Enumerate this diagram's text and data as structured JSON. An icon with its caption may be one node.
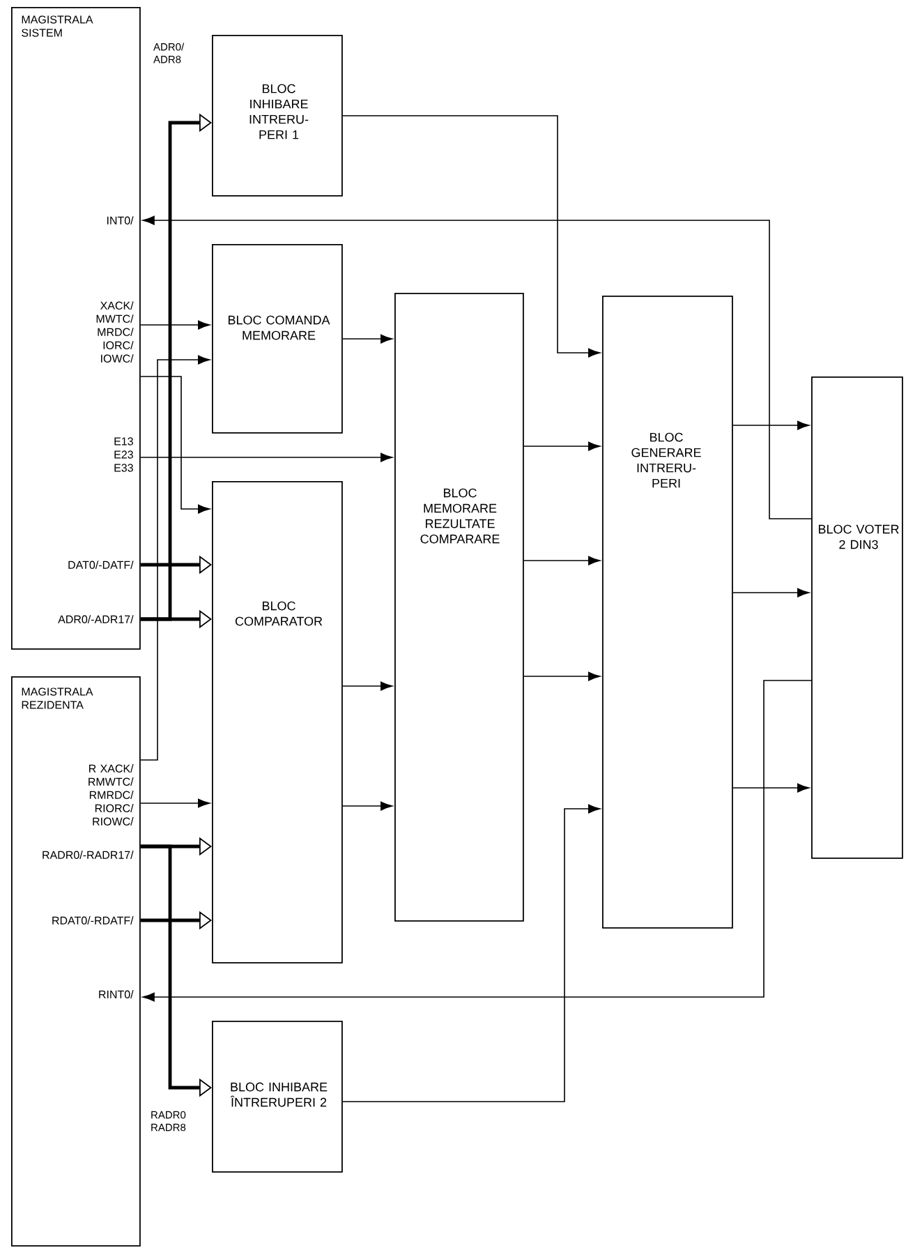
{
  "diagram": {
    "nodes": [
      {
        "text": [
          "MAGISTRALA SISTEM",
          "INT0/",
          "XACK/ MWTC/ MRDC/ IORC/ IOWC/",
          "E13 E23 E33",
          "DAT0/-DATF/",
          "ADR0/-ADR17/"
        ]
      },
      {
        "text": [
          "BLOC INHIBARE INTRERU- PERI 1"
        ]
      },
      {
        "text": [
          "BLOC COMANDA MEMORARE"
        ]
      },
      {
        "text": [
          "BLOC COMPARATOR"
        ]
      },
      {
        "text": [
          "BLOC MEMORARE REZULTATE COMPARARE"
        ]
      },
      {
        "text": [
          "BLOC GENERARE INTRERU- PERI"
        ]
      },
      {
        "text": [
          "BLOC VOTER 2 DIN3"
        ]
      },
      {
        "text": [
          "MAGISTRALA REZIDENTA",
          "R XACK/ RMWTC/ RMRDC/ RIORC/ RIOWC/",
          "RADR0/-RADR17/",
          "RDAT0/-RDATF/",
          "RINT0/"
        ]
      },
      {
        "text": [
          "BLOC INHIBARE ÎNTRERUPERI 2"
        ]
      }
    ],
    "edges": [
      {
        "from": 0,
        "to": 1,
        "arrow": "to",
        "style": "thick"
      },
      {
        "from": 0,
        "to": 2,
        "arrow": "to"
      },
      {
        "from": 7,
        "to": 2,
        "arrow": "to"
      },
      {
        "from": 0,
        "to": 3,
        "arrow": "to"
      },
      {
        "from": 0,
        "to": 4,
        "arrow": "to"
      },
      {
        "from": 0,
        "to": 3,
        "arrow": "to",
        "style": "thick"
      },
      {
        "from": 0,
        "to": 3,
        "arrow": "to",
        "style": "thick"
      },
      {
        "from": 7,
        "to": 3,
        "arrow": "to"
      },
      {
        "from": 7,
        "to": 3,
        "arrow": "to",
        "style": "thick"
      },
      {
        "from": 7,
        "to": 3,
        "arrow": "to",
        "style": "thick"
      },
      {
        "from": 7,
        "to": 8,
        "arrow": "to",
        "style": "thick"
      },
      {
        "from": 2,
        "to": 4,
        "arrow": "to"
      },
      {
        "from": 3,
        "to": 4,
        "arrow": "to"
      },
      {
        "from": 3,
        "to": 4,
        "arrow": "to"
      },
      {
        "from": 1,
        "to": 5,
        "arrow": "to"
      },
      {
        "from": 4,
        "to": 5,
        "arrow": "to"
      },
      {
        "from": 4,
        "to": 5,
        "arrow": "to"
      },
      {
        "from": 4,
        "to": 5,
        "arrow": "to"
      },
      {
        "from": 8,
        "to": 5,
        "arrow": "to"
      },
      {
        "from": 5,
        "to": 6,
        "arrow": "to"
      },
      {
        "from": 5,
        "to": 6,
        "arrow": "to"
      },
      {
        "from": 5,
        "to": 6,
        "arrow": "to"
      },
      {
        "from": 6,
        "to": 0,
        "arrow": "to"
      },
      {
        "from": 6,
        "to": 7,
        "arrow": "to"
      }
    ],
    "labels": [
      "ADR0/ ADR8",
      "RADR0 RADR8"
    ]
  }
}
